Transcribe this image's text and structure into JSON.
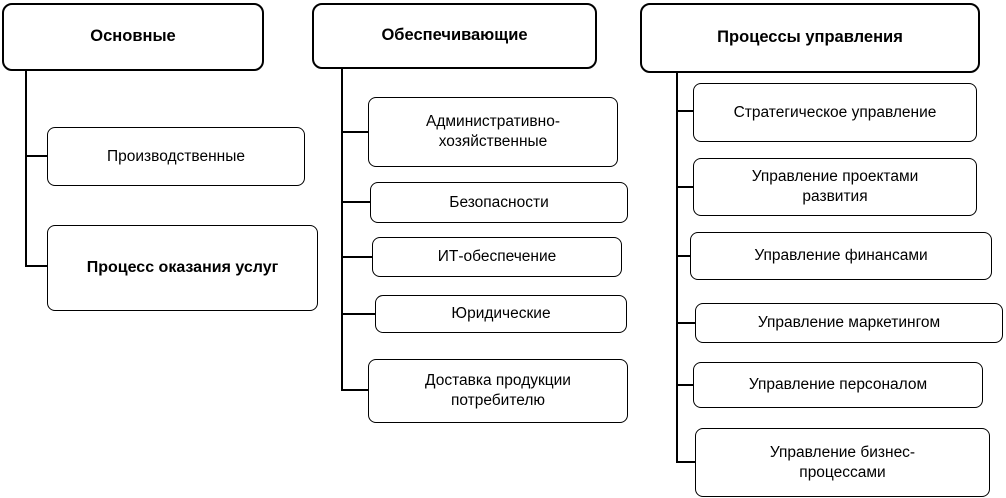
{
  "diagram": {
    "trees": [
      {
        "header": "Основные",
        "children": [
          {
            "label": "Производственные",
            "emphasized": false
          },
          {
            "label": "Процесс оказания услуг",
            "emphasized": true
          }
        ]
      },
      {
        "header": "Обеспечивающие",
        "children": [
          {
            "label": "Административно-хозяйственные",
            "emphasized": false
          },
          {
            "label": "Безопасности",
            "emphasized": false
          },
          {
            "label": "ИТ-обеспечение",
            "emphasized": false
          },
          {
            "label": "Юридические",
            "emphasized": false
          },
          {
            "label": "Доставка продукции потребителю",
            "emphasized": false
          }
        ]
      },
      {
        "header": "Процессы управления",
        "children": [
          {
            "label": "Стратегическое управление",
            "emphasized": false
          },
          {
            "label": "Управление проектами развития",
            "emphasized": false
          },
          {
            "label": "Управление финансами",
            "emphasized": false
          },
          {
            "label": "Управление маркетингом",
            "emphasized": false
          },
          {
            "label": "Управление персоналом",
            "emphasized": false
          },
          {
            "label": "Управление бизнес-процессами",
            "emphasized": false
          }
        ]
      }
    ],
    "colors": {
      "border": "#000000",
      "background": "#ffffff",
      "text": "#000000"
    }
  }
}
